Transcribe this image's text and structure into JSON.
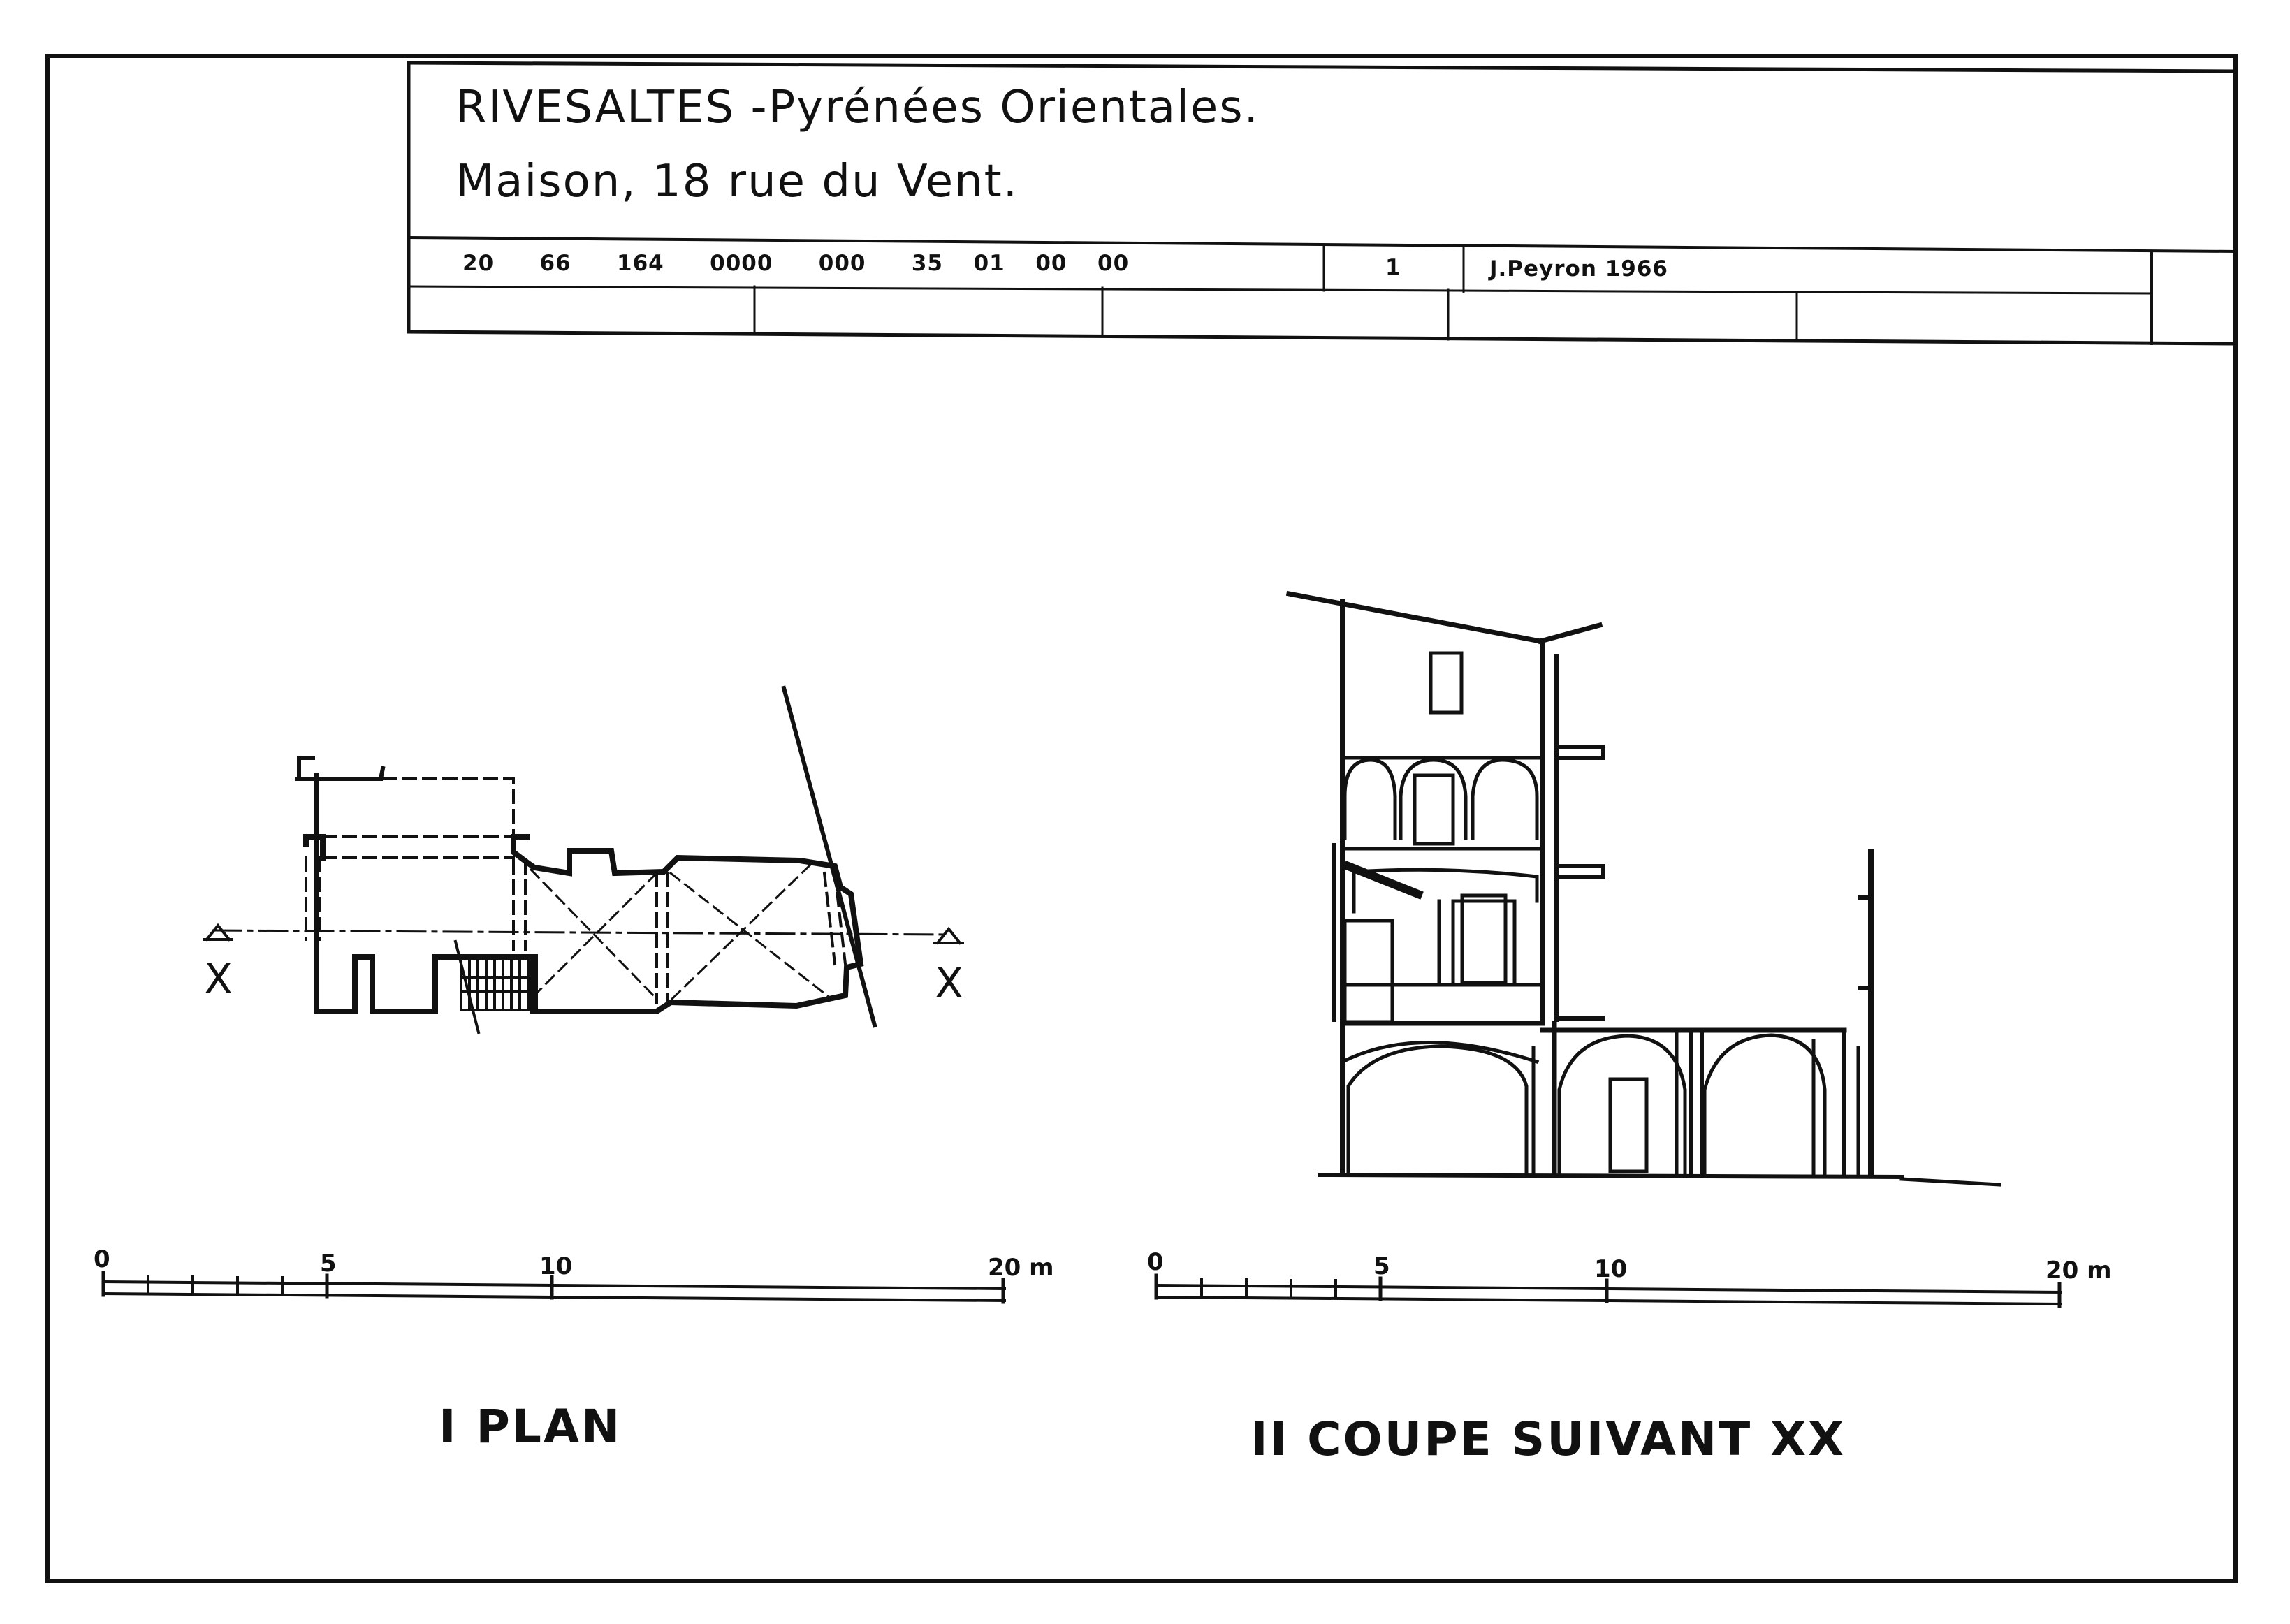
{
  "title": {
    "line1": "RIVESALTES -Pyrénées Orientales.",
    "line2": "Maison, 18 rue du Vent."
  },
  "reference": {
    "code": "20   66   164   0000   000   35  01  00  00",
    "sheet_number": "1",
    "author": "J.Peyron 1966"
  },
  "section_marker": "X",
  "scale_plan": {
    "zero": "0",
    "five": "5",
    "ten": "10",
    "twenty": "20 m"
  },
  "scale_section": {
    "zero": "0",
    "five": "5",
    "ten": "10",
    "twenty": "20 m"
  },
  "captions": {
    "plan": "I PLAN",
    "section": "II COUPE SUIVANT XX"
  }
}
